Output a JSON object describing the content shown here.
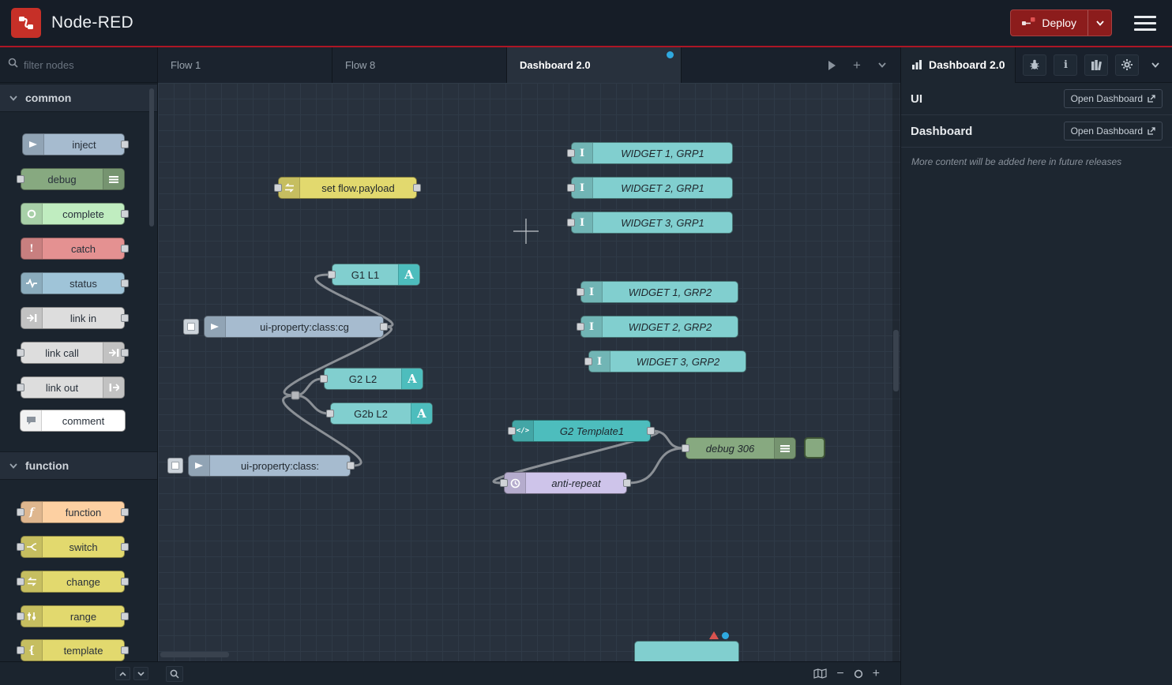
{
  "colors": {
    "brand_red": "#C63028",
    "accent_line": "#AD1625",
    "deploy_red": "#8C1C1C",
    "modified_dot": "#2FA9E0",
    "warning_triangle": "#D9534F",
    "node_steel": "#A6BBCF",
    "node_yellow": "#E2D96E",
    "node_teal": "#81CFCF",
    "node_teal_dark": "#4DBDBD",
    "node_green": "#87A980",
    "node_lavender": "#CEC4EA",
    "node_orange": "#FDD0A2",
    "node_catch_red": "#E49191",
    "node_complete_green": "#C0EDC0"
  },
  "icons": {
    "function": "f",
    "template": "{",
    "text_cursor": "I",
    "letter_a": "A",
    "code": "</>",
    "exclamation": "!",
    "info": "i",
    "plus": "+",
    "minus": "−"
  },
  "header": {
    "title": "Node-RED",
    "deploy_label": "Deploy"
  },
  "palette": {
    "search_placeholder": "filter nodes",
    "categories": [
      {
        "label": "common",
        "nodes": [
          {
            "label": "inject"
          },
          {
            "label": "debug"
          },
          {
            "label": "complete"
          },
          {
            "label": "catch"
          },
          {
            "label": "status"
          },
          {
            "label": "link in"
          },
          {
            "label": "link call"
          },
          {
            "label": "link out"
          },
          {
            "label": "comment"
          }
        ]
      },
      {
        "label": "function",
        "nodes": [
          {
            "label": "function"
          },
          {
            "label": "switch"
          },
          {
            "label": "change"
          },
          {
            "label": "range"
          },
          {
            "label": "template"
          }
        ]
      }
    ]
  },
  "tabs": [
    {
      "label": "Flow 1"
    },
    {
      "label": "Flow 8"
    },
    {
      "label": "Dashboard 2.0"
    }
  ],
  "canvas": {
    "nodes": [
      {
        "label": "set flow.payload"
      },
      {
        "label": "WIDGET 1, GRP1"
      },
      {
        "label": "WIDGET 2, GRP1"
      },
      {
        "label": "WIDGET 3, GRP1"
      },
      {
        "label": "G1 L1"
      },
      {
        "label": "ui-property:class:cg"
      },
      {
        "label": "G2 L2"
      },
      {
        "label": "G2b L2"
      },
      {
        "label": "WIDGET 1, GRP2"
      },
      {
        "label": "WIDGET 2, GRP2"
      },
      {
        "label": "WIDGET 3, GRP2"
      },
      {
        "label": "G2 Template1"
      },
      {
        "label": "debug 306"
      },
      {
        "label": "anti-repeat"
      },
      {
        "label": "ui-property:class:"
      },
      {
        "label": ""
      }
    ]
  },
  "sidebar": {
    "tab_label": "Dashboard 2.0",
    "rows": [
      {
        "title": "UI",
        "button": "Open Dashboard"
      },
      {
        "title": "Dashboard",
        "button": "Open Dashboard"
      }
    ],
    "note": "More content will be added here in future releases"
  }
}
